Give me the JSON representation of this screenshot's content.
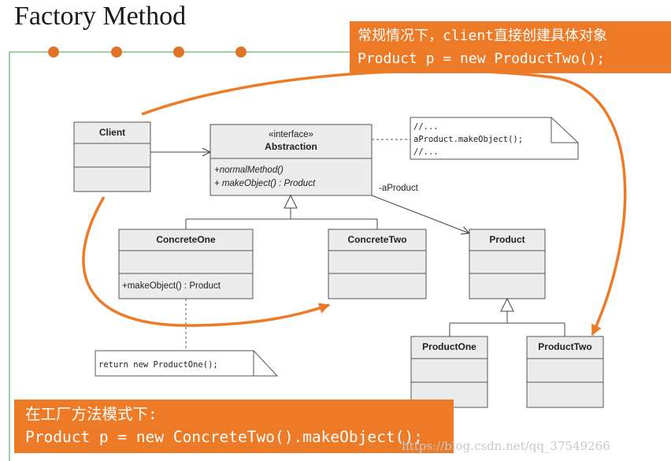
{
  "title": "Factory Method",
  "banner_top": {
    "line1": "常规情况下，client直接创建具体对象",
    "line2": "Product p = new ProductTwo();"
  },
  "banner_bottom": {
    "line1": "在工厂方法模式下:",
    "line2": "Product p = new ConcreteTwo().makeObject();"
  },
  "watermark": "https://blog.csdn.net/qq_37549266",
  "classes": {
    "client": {
      "name": "Client"
    },
    "abstraction": {
      "stereotype": "«interface»",
      "name": "Abstraction",
      "methods": [
        "+normalMethod()",
        "+ makeObject() : Product"
      ]
    },
    "concrete_one": {
      "name": "ConcreteOne",
      "method": "+makeObject() : Product"
    },
    "concrete_two": {
      "name": "ConcreteTwo"
    },
    "product": {
      "name": "Product"
    },
    "product_one": {
      "name": "ProductOne"
    },
    "product_two": {
      "name": "ProductTwo"
    }
  },
  "notes": {
    "abstraction_note": [
      "//...",
      "aProduct.makeObject();",
      "//..."
    ],
    "concrete_one_note": "return new ProductOne();"
  },
  "association_label": "-aProduct",
  "colors": {
    "accent": "#ec7a27",
    "box_fill": "#ececec",
    "box_stroke": "#555555",
    "frame_line": "#3aa53a"
  }
}
